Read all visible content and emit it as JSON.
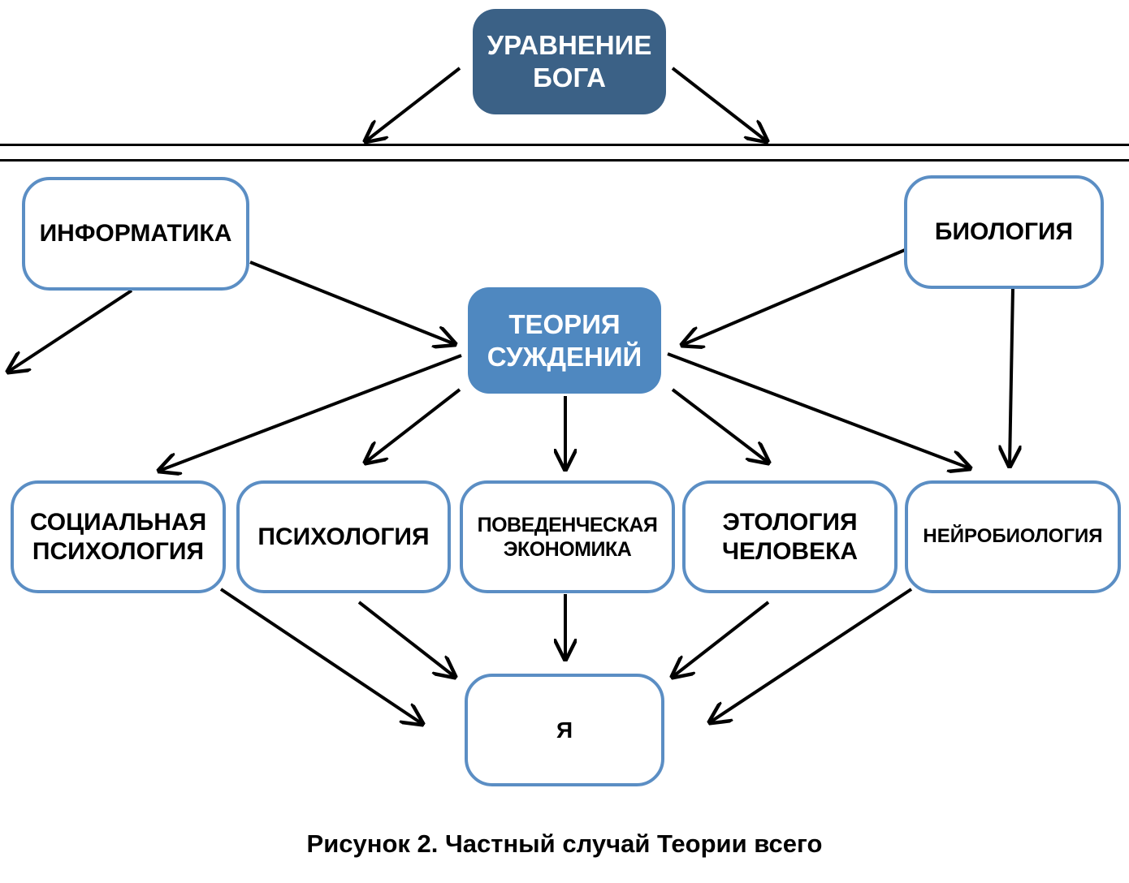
{
  "nodes": {
    "god_equation": "УРАВНЕНИЕ\nБОГА",
    "informatics": "ИНФОРМАТИКА",
    "biology": "БИОЛОГИЯ",
    "judgment_theory": "ТЕОРИЯ\nСУЖДЕНИЙ",
    "social_psychology": "СОЦИАЛЬНАЯ\nПСИХОЛОГИЯ",
    "psychology": "ПСИХОЛОГИЯ",
    "behavioral_economics": "ПОВЕДЕНЧЕСКАЯ\nЭКОНОМИКА",
    "human_ethology": "ЭТОЛОГИЯ\nЧЕЛОВЕКА",
    "neurobiology": "НЕЙРОБИОЛОГИЯ",
    "self": "Я"
  },
  "edges": [
    {
      "from": "god_equation",
      "to": "left-below-line"
    },
    {
      "from": "god_equation",
      "to": "right-below-line"
    },
    {
      "from": "informatics",
      "to": "offscreen-left"
    },
    {
      "from": "informatics",
      "to": "judgment_theory"
    },
    {
      "from": "biology",
      "to": "judgment_theory"
    },
    {
      "from": "biology",
      "to": "neurobiology"
    },
    {
      "from": "judgment_theory",
      "to": "social_psychology"
    },
    {
      "from": "judgment_theory",
      "to": "psychology"
    },
    {
      "from": "judgment_theory",
      "to": "behavioral_economics"
    },
    {
      "from": "judgment_theory",
      "to": "human_ethology"
    },
    {
      "from": "judgment_theory",
      "to": "neurobiology"
    },
    {
      "from": "social_psychology",
      "to": "self"
    },
    {
      "from": "psychology",
      "to": "self"
    },
    {
      "from": "behavioral_economics",
      "to": "self"
    },
    {
      "from": "human_ethology",
      "to": "self"
    },
    {
      "from": "neurobiology",
      "to": "self"
    }
  ],
  "caption": "Рисунок 2. Частный случай Теории всего"
}
